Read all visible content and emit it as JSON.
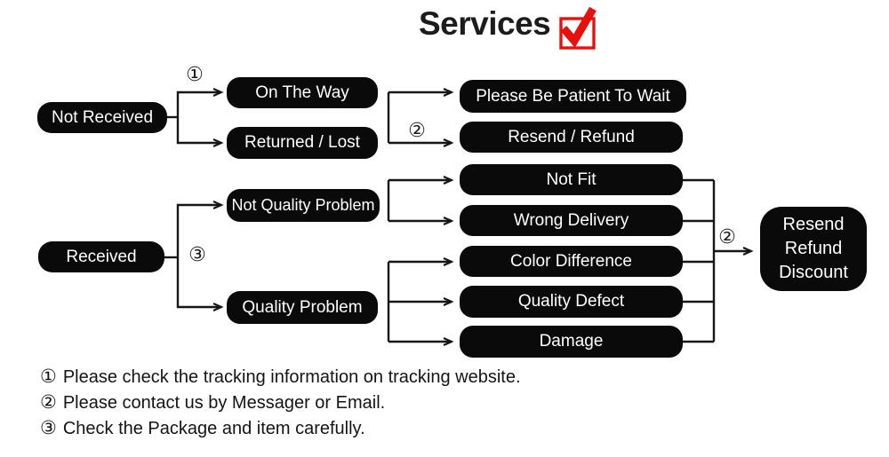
{
  "title": {
    "text": "Services"
  },
  "colors": {
    "node_bg": "#0a0a0a",
    "node_text": "#ffffff",
    "line": "#161616",
    "check_red": "#e8100c",
    "background": "#ffffff"
  },
  "diagram": {
    "nodes": {
      "not_received": "Not Received",
      "on_the_way": "On The Way",
      "returned_lost": "Returned / Lost",
      "please_wait": "Please Be Patient To Wait",
      "resend_refund": "Resend / Refund",
      "received": "Received",
      "not_quality_problem": "Not Quality Problem",
      "quality_problem": "Quality Problem",
      "not_fit": "Not Fit",
      "wrong_delivery": "Wrong Delivery",
      "color_difference": "Color Difference",
      "quality_defect": "Quality Defect",
      "damage": "Damage",
      "discount_lines": [
        "Resend",
        "Refund",
        "Discount"
      ]
    },
    "markers": {
      "not_received_branch": "①",
      "resend_refund_arrow": "②",
      "received_branch": "③",
      "discount_arrow": "②"
    }
  },
  "notes": [
    {
      "num": "①",
      "text": "Please check the tracking information on tracking website."
    },
    {
      "num": "②",
      "text": "Please contact us by Messager or Email."
    },
    {
      "num": "③",
      "text": "Check the Package and item carefully."
    }
  ]
}
